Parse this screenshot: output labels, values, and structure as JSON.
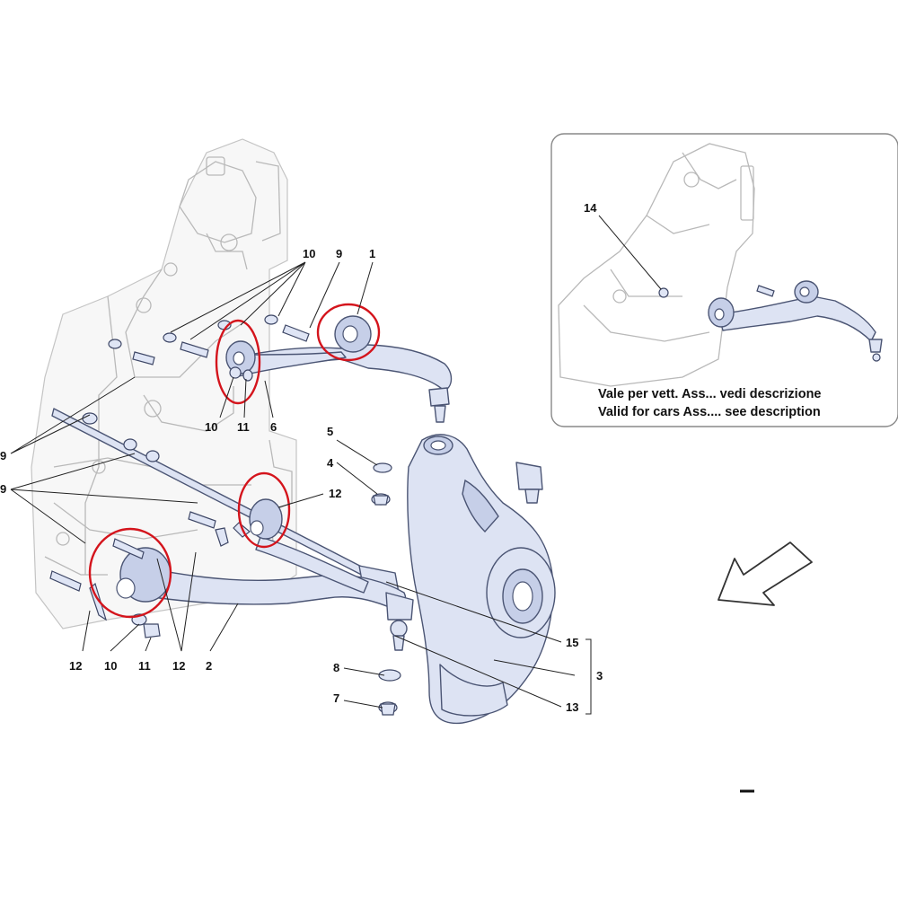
{
  "callouts": {
    "n1": "1",
    "n2": "2",
    "n3": "3",
    "n4": "4",
    "n5": "5",
    "n6": "6",
    "n7": "7",
    "n8": "8",
    "n9_top": "9",
    "n9_left_a": "9",
    "n9_left_b": "9",
    "n10_top": "10",
    "n10_mid": "10",
    "n10_bottom": "10",
    "n11_mid": "11",
    "n11_bottom": "11",
    "n12_mid": "12",
    "n12_bottom_left": "12",
    "n12_bottom_mid": "12",
    "n13": "13",
    "n14": "14",
    "n15": "15"
  },
  "inset": {
    "caption_it": "Vale per vett. Ass... vedi descrizione",
    "caption_en": "Valid for cars Ass.... see description"
  },
  "icons": {
    "direction_arrow": "front-direction-arrow-icon"
  },
  "colors": {
    "part_fill": "#dde3f3",
    "part_outline": "#4b5574",
    "highlight_circle": "#d4141c",
    "chassis_line": "#b9b9b9"
  }
}
